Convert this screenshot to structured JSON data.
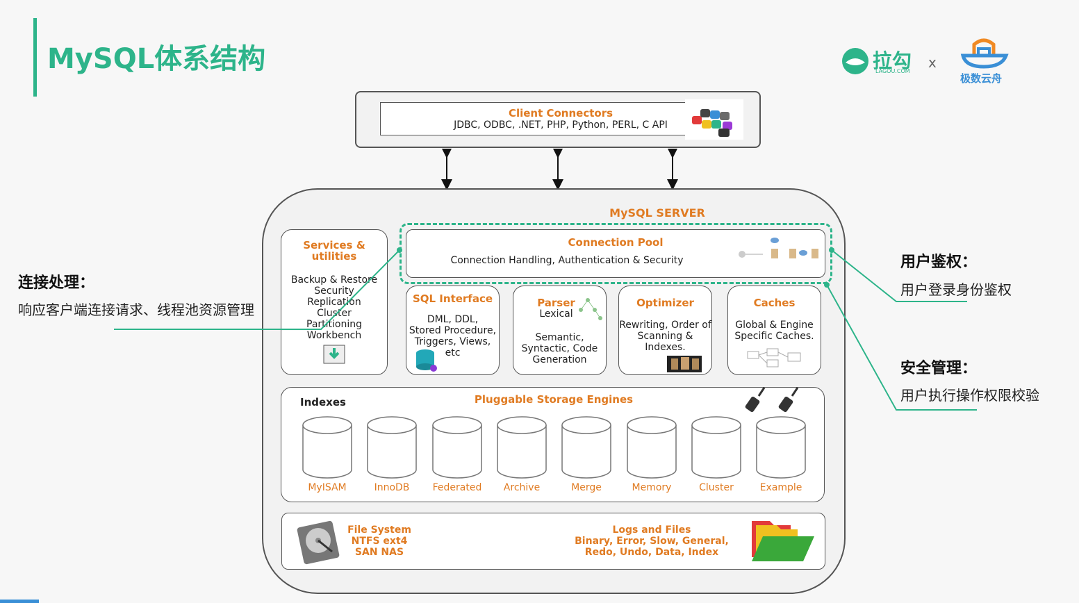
{
  "title": "MySQL体系结构",
  "logos": {
    "lagou_name": "拉勾",
    "lagou_domain": "LAGOU.COM",
    "separator": "x",
    "partner_name": "极数云舟"
  },
  "client": {
    "title": "Client Connectors",
    "apis": "JDBC, ODBC, .NET, PHP, Python, PERL, C API"
  },
  "server": {
    "title": "MySQL SERVER",
    "connection_pool": {
      "title": "Connection Pool",
      "desc": "Connection Handling, Authentication & Security"
    },
    "services": {
      "title_l1": "Services &",
      "title_l2": "utilities",
      "items": [
        "Backup & Restore",
        "Security",
        "Replication",
        "Cluster",
        "Partitioning",
        "Workbench"
      ]
    },
    "sql_interface": {
      "title": "SQL Interface",
      "lines": [
        "DML, DDL,",
        "Stored Procedure,",
        "Triggers, Views,",
        "etc"
      ]
    },
    "parser": {
      "title": "Parser",
      "lines": [
        "Lexical",
        "Semantic,",
        "Syntactic, Code",
        "Generation"
      ]
    },
    "optimizer": {
      "title": "Optimizer",
      "lines": [
        "Rewriting, Order of",
        "Scanning &",
        "Indexes."
      ]
    },
    "caches": {
      "title": "Caches",
      "lines": [
        "Global & Engine",
        "Specific Caches."
      ]
    },
    "storage": {
      "indexes_label": "Indexes",
      "title": "Pluggable Storage Engines",
      "engines": [
        "MyISAM",
        "InnoDB",
        "Federated",
        "Archive",
        "Merge",
        "Memory",
        "Cluster",
        "Example"
      ]
    },
    "filesystem": {
      "lines": [
        "File System",
        "NTFS ext4",
        "SAN NAS"
      ]
    },
    "logs": {
      "lines": [
        "Logs and Files",
        "Binary, Error, Slow, General,",
        "Redo, Undo, Data, Index"
      ]
    }
  },
  "annotations": {
    "left_heading": "连接处理：",
    "left_text": "响应客户端连接请求、线程池资源管理",
    "right1_heading": "用户鉴权：",
    "right1_text": "用户登录身份鉴权",
    "right2_heading": "安全管理：",
    "right2_text": "用户执行操作权限校验"
  },
  "colors": {
    "accent_green": "#2db48a",
    "orange": "#e07b22",
    "partner_blue": "#3a8fd6",
    "partner_orange": "#f08a24"
  }
}
